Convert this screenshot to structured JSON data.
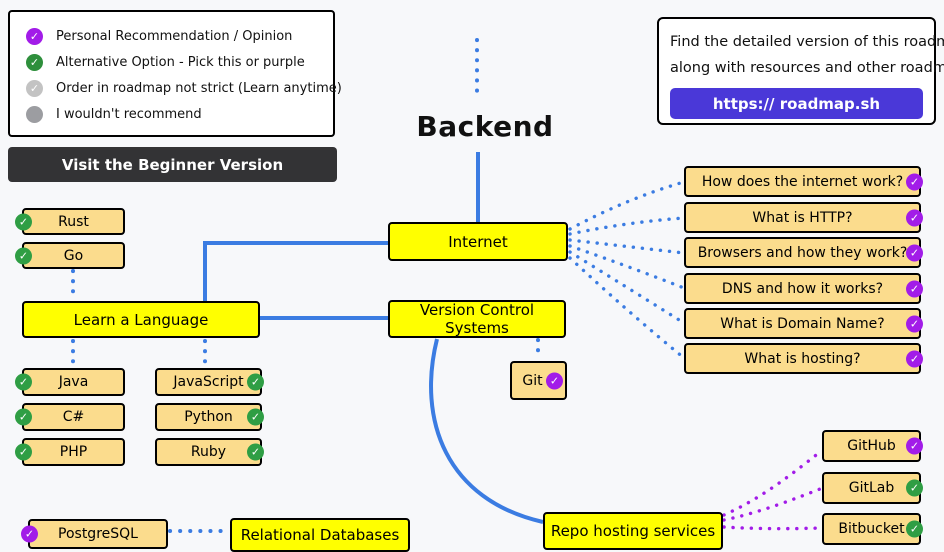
{
  "icons": {
    "check": "✓"
  },
  "legend": {
    "items": [
      {
        "icon": "purple-check-icon",
        "label": "Personal Recommendation / Opinion"
      },
      {
        "icon": "green-check-icon",
        "label": "Alternative Option - Pick this or purple"
      },
      {
        "icon": "gray-check-icon",
        "label": "Order in roadmap not strict (Learn anytime)"
      },
      {
        "icon": "gray-dot-icon",
        "label": "I wouldn't recommend"
      }
    ]
  },
  "beginner_button_label": "Visit the Beginner Version",
  "info_card": {
    "line1": "Find the detailed version of this roadmap",
    "line2": "along with resources and other roadmaps",
    "button_label": "https:// roadmap.sh"
  },
  "title": "Backend",
  "nodes": {
    "internet": "Internet",
    "learn_language": "Learn a Language",
    "version_control": "Version Control Systems",
    "git": "Git",
    "repo_hosting": "Repo hosting services",
    "rust": "Rust",
    "go": "Go",
    "java": "Java",
    "csharp": "C#",
    "php": "PHP",
    "javascript": "JavaScript",
    "python": "Python",
    "ruby": "Ruby",
    "github": "GitHub",
    "gitlab": "GitLab",
    "bitbucket": "Bitbucket",
    "postgresql": "PostgreSQL",
    "relational_databases": "Relational Databases"
  },
  "topics": [
    {
      "label": "How does the internet work?"
    },
    {
      "label": "What is HTTP?"
    },
    {
      "label": "Browsers and how they work?"
    },
    {
      "label": "DNS and how it works?"
    },
    {
      "label": "What is Domain Name?"
    },
    {
      "label": "What is hosting?"
    }
  ],
  "colors": {
    "background": "#f7f8fa",
    "accent_blue": "#3b7ce2",
    "accent_purple": "#a21ce8",
    "accent_green": "#2f9e44",
    "legend_gray_check": "#c3c3c3",
    "legend_gray_dot": "#9c9da1",
    "node_yellow": "#ffff00",
    "node_tan": "#fbdc8d",
    "link_button_indigo": "#4a38d8",
    "dark_button": "#333335"
  }
}
